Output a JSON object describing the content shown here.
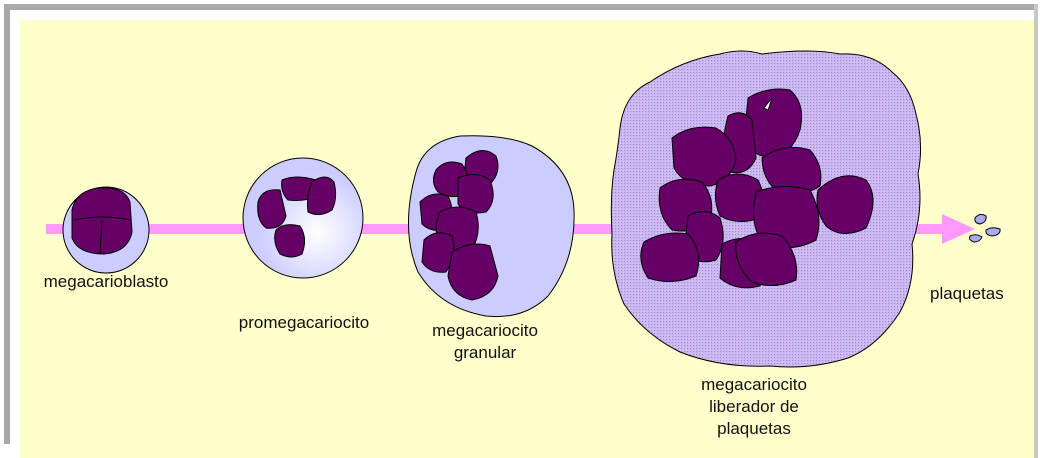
{
  "colors": {
    "background": "#ffffcc",
    "arrow": "#ff99ff",
    "cell_fill": "#ccccff",
    "nucleus": "#660066",
    "outline": "#000000",
    "frame": "#a9a9a9"
  },
  "stages": [
    {
      "lines": [
        "megacarioblasto"
      ]
    },
    {
      "lines": [
        "promegacariocito"
      ]
    },
    {
      "lines": [
        "megacariocito",
        "granular"
      ]
    },
    {
      "lines": [
        "megacariocito",
        "liberador de",
        "plaquetas"
      ]
    },
    {
      "lines": [
        "plaquetas"
      ]
    }
  ]
}
